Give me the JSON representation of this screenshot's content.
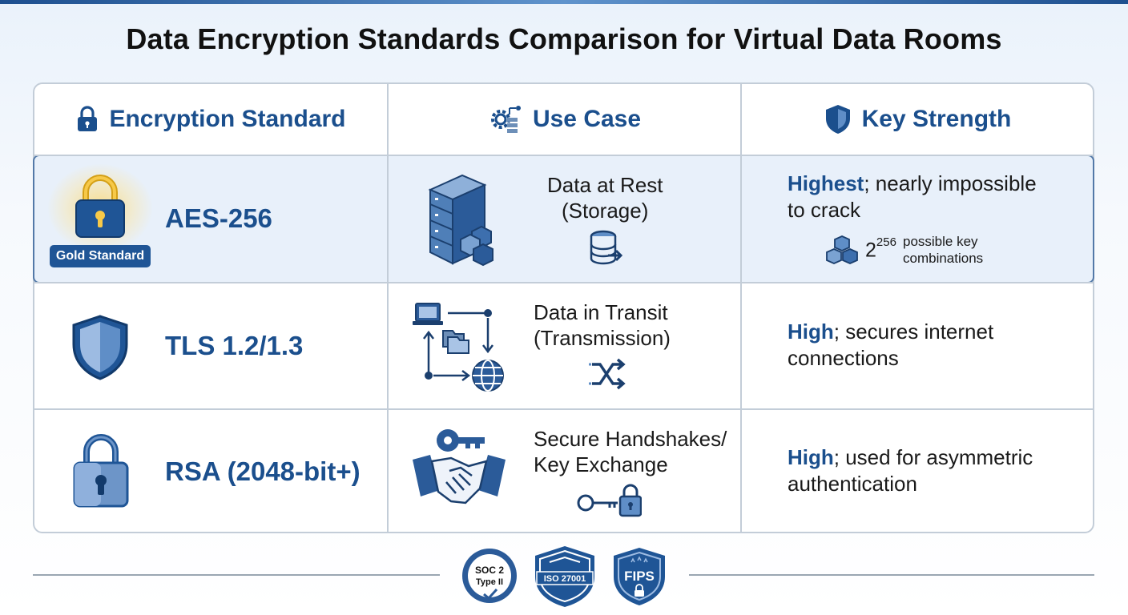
{
  "title": "Data Encryption Standards Comparison for Virtual Data Rooms",
  "header": {
    "col1": "Encryption Standard",
    "col2": "Use Case",
    "col3": "Key Strength"
  },
  "rows": [
    {
      "standard": "AES-256",
      "badge": "Gold Standard",
      "use_case_line1": "Data at Rest",
      "use_case_line2": "(Storage)",
      "strength_bold": "Highest",
      "strength_rest_line1": "; nearly impossible",
      "strength_line2": "to crack",
      "exponent_base": "2",
      "exponent_power": "256",
      "combinations_line1": "possible key",
      "combinations_line2": "combinations"
    },
    {
      "standard": "TLS 1.2/1.3",
      "use_case_line1": "Data in Transit",
      "use_case_line2": "(Transmission)",
      "strength_bold": "High",
      "strength_rest_line1": "; secures internet",
      "strength_line2": "connections"
    },
    {
      "standard": "RSA (2048-bit+)",
      "use_case_line1": "Secure Handshakes/",
      "use_case_line2": "Key Exchange",
      "strength_bold": "High",
      "strength_rest_line1": "; used for asymmetric",
      "strength_line2": "authentication"
    }
  ],
  "certifications": {
    "soc2_line1": "SOC 2",
    "soc2_line2": "Type II",
    "iso": "ISO 27001",
    "fips": "FIPS"
  },
  "icons": [
    "lock-icon",
    "gear-network-icon",
    "shield-icon",
    "server-icon",
    "database-arrow-icon",
    "cubes-icon",
    "network-flow-icon",
    "shuffle-icon",
    "handshake-key-icon",
    "key-lock-icon"
  ],
  "colors": {
    "accent": "#1b4f8d",
    "highlight": "#e8f0fa",
    "border": "#c3cdd8",
    "gold": "#f7c948"
  }
}
